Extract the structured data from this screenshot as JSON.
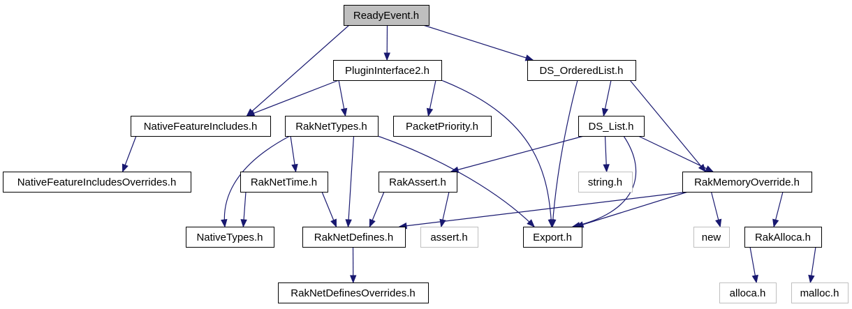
{
  "title": "",
  "nodes": [
    {
      "id": "ReadyEvent",
      "label": "ReadyEvent.h",
      "kind": "root"
    },
    {
      "id": "PluginInterface2",
      "label": "PluginInterface2.h",
      "kind": "normal"
    },
    {
      "id": "DS_OrderedList",
      "label": "DS_OrderedList.h",
      "kind": "normal"
    },
    {
      "id": "NativeFeatureIncludes",
      "label": "NativeFeatureIncludes.h",
      "kind": "normal"
    },
    {
      "id": "RakNetTypes",
      "label": "RakNetTypes.h",
      "kind": "normal"
    },
    {
      "id": "PacketPriority",
      "label": "PacketPriority.h",
      "kind": "normal"
    },
    {
      "id": "DS_List",
      "label": "DS_List.h",
      "kind": "normal"
    },
    {
      "id": "NativeFeatureIncludesOverrides",
      "label": "NativeFeatureIncludesOverrides.h",
      "kind": "normal"
    },
    {
      "id": "RakNetTime",
      "label": "RakNetTime.h",
      "kind": "normal"
    },
    {
      "id": "RakAssert",
      "label": "RakAssert.h",
      "kind": "normal"
    },
    {
      "id": "string",
      "label": "string.h",
      "kind": "external"
    },
    {
      "id": "RakMemoryOverride",
      "label": "RakMemoryOverride.h",
      "kind": "normal"
    },
    {
      "id": "NativeTypes",
      "label": "NativeTypes.h",
      "kind": "normal"
    },
    {
      "id": "RakNetDefines",
      "label": "RakNetDefines.h",
      "kind": "normal"
    },
    {
      "id": "assert",
      "label": "assert.h",
      "kind": "external"
    },
    {
      "id": "Export",
      "label": "Export.h",
      "kind": "normal"
    },
    {
      "id": "new",
      "label": "new",
      "kind": "external"
    },
    {
      "id": "RakAlloca",
      "label": "RakAlloca.h",
      "kind": "normal"
    },
    {
      "id": "RakNetDefinesOverrides",
      "label": "RakNetDefinesOverrides.h",
      "kind": "normal"
    },
    {
      "id": "alloca",
      "label": "alloca.h",
      "kind": "external"
    },
    {
      "id": "malloc",
      "label": "malloc.h",
      "kind": "external"
    }
  ],
  "edges": [
    {
      "from": "ReadyEvent",
      "to": "NativeFeatureIncludes"
    },
    {
      "from": "ReadyEvent",
      "to": "PluginInterface2"
    },
    {
      "from": "ReadyEvent",
      "to": "DS_OrderedList"
    },
    {
      "from": "PluginInterface2",
      "to": "NativeFeatureIncludes"
    },
    {
      "from": "PluginInterface2",
      "to": "RakNetTypes"
    },
    {
      "from": "PluginInterface2",
      "to": "PacketPriority"
    },
    {
      "from": "PluginInterface2",
      "to": "Export"
    },
    {
      "from": "DS_OrderedList",
      "to": "DS_List"
    },
    {
      "from": "DS_OrderedList",
      "to": "Export"
    },
    {
      "from": "DS_OrderedList",
      "to": "RakMemoryOverride"
    },
    {
      "from": "NativeFeatureIncludes",
      "to": "NativeFeatureIncludesOverrides"
    },
    {
      "from": "RakNetTypes",
      "to": "NativeTypes"
    },
    {
      "from": "RakNetTypes",
      "to": "RakNetTime"
    },
    {
      "from": "RakNetTypes",
      "to": "RakNetDefines"
    },
    {
      "from": "RakNetTypes",
      "to": "Export"
    },
    {
      "from": "DS_List",
      "to": "RakAssert"
    },
    {
      "from": "DS_List",
      "to": "string"
    },
    {
      "from": "DS_List",
      "to": "Export"
    },
    {
      "from": "DS_List",
      "to": "RakMemoryOverride"
    },
    {
      "from": "RakNetTime",
      "to": "NativeTypes"
    },
    {
      "from": "RakNetTime",
      "to": "RakNetDefines"
    },
    {
      "from": "RakAssert",
      "to": "RakNetDefines"
    },
    {
      "from": "RakAssert",
      "to": "assert"
    },
    {
      "from": "RakMemoryOverride",
      "to": "RakNetDefines"
    },
    {
      "from": "RakMemoryOverride",
      "to": "Export"
    },
    {
      "from": "RakMemoryOverride",
      "to": "new"
    },
    {
      "from": "RakMemoryOverride",
      "to": "RakAlloca"
    },
    {
      "from": "RakNetDefines",
      "to": "RakNetDefinesOverrides"
    },
    {
      "from": "RakAlloca",
      "to": "alloca"
    },
    {
      "from": "RakAlloca",
      "to": "malloc"
    }
  ],
  "colors": {
    "edge": "#191970",
    "root_fill": "#bfbfbf",
    "node_border": "#000000",
    "external_border": "#bfbfbf"
  }
}
